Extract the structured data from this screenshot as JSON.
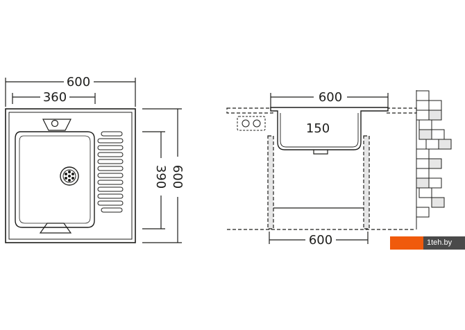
{
  "top_view": {
    "overall_width": "600",
    "bowl_width": "360",
    "overall_depth": "600",
    "bowl_depth": "390"
  },
  "side_view": {
    "top_width": "600",
    "bowl_height": "150",
    "cabinet_width": "600"
  },
  "watermark": {
    "text": "1teh.by"
  },
  "colors": {
    "line": "#1d1d1b",
    "accent": "#f05a0c",
    "wall_fill": "#e6e6e6"
  }
}
